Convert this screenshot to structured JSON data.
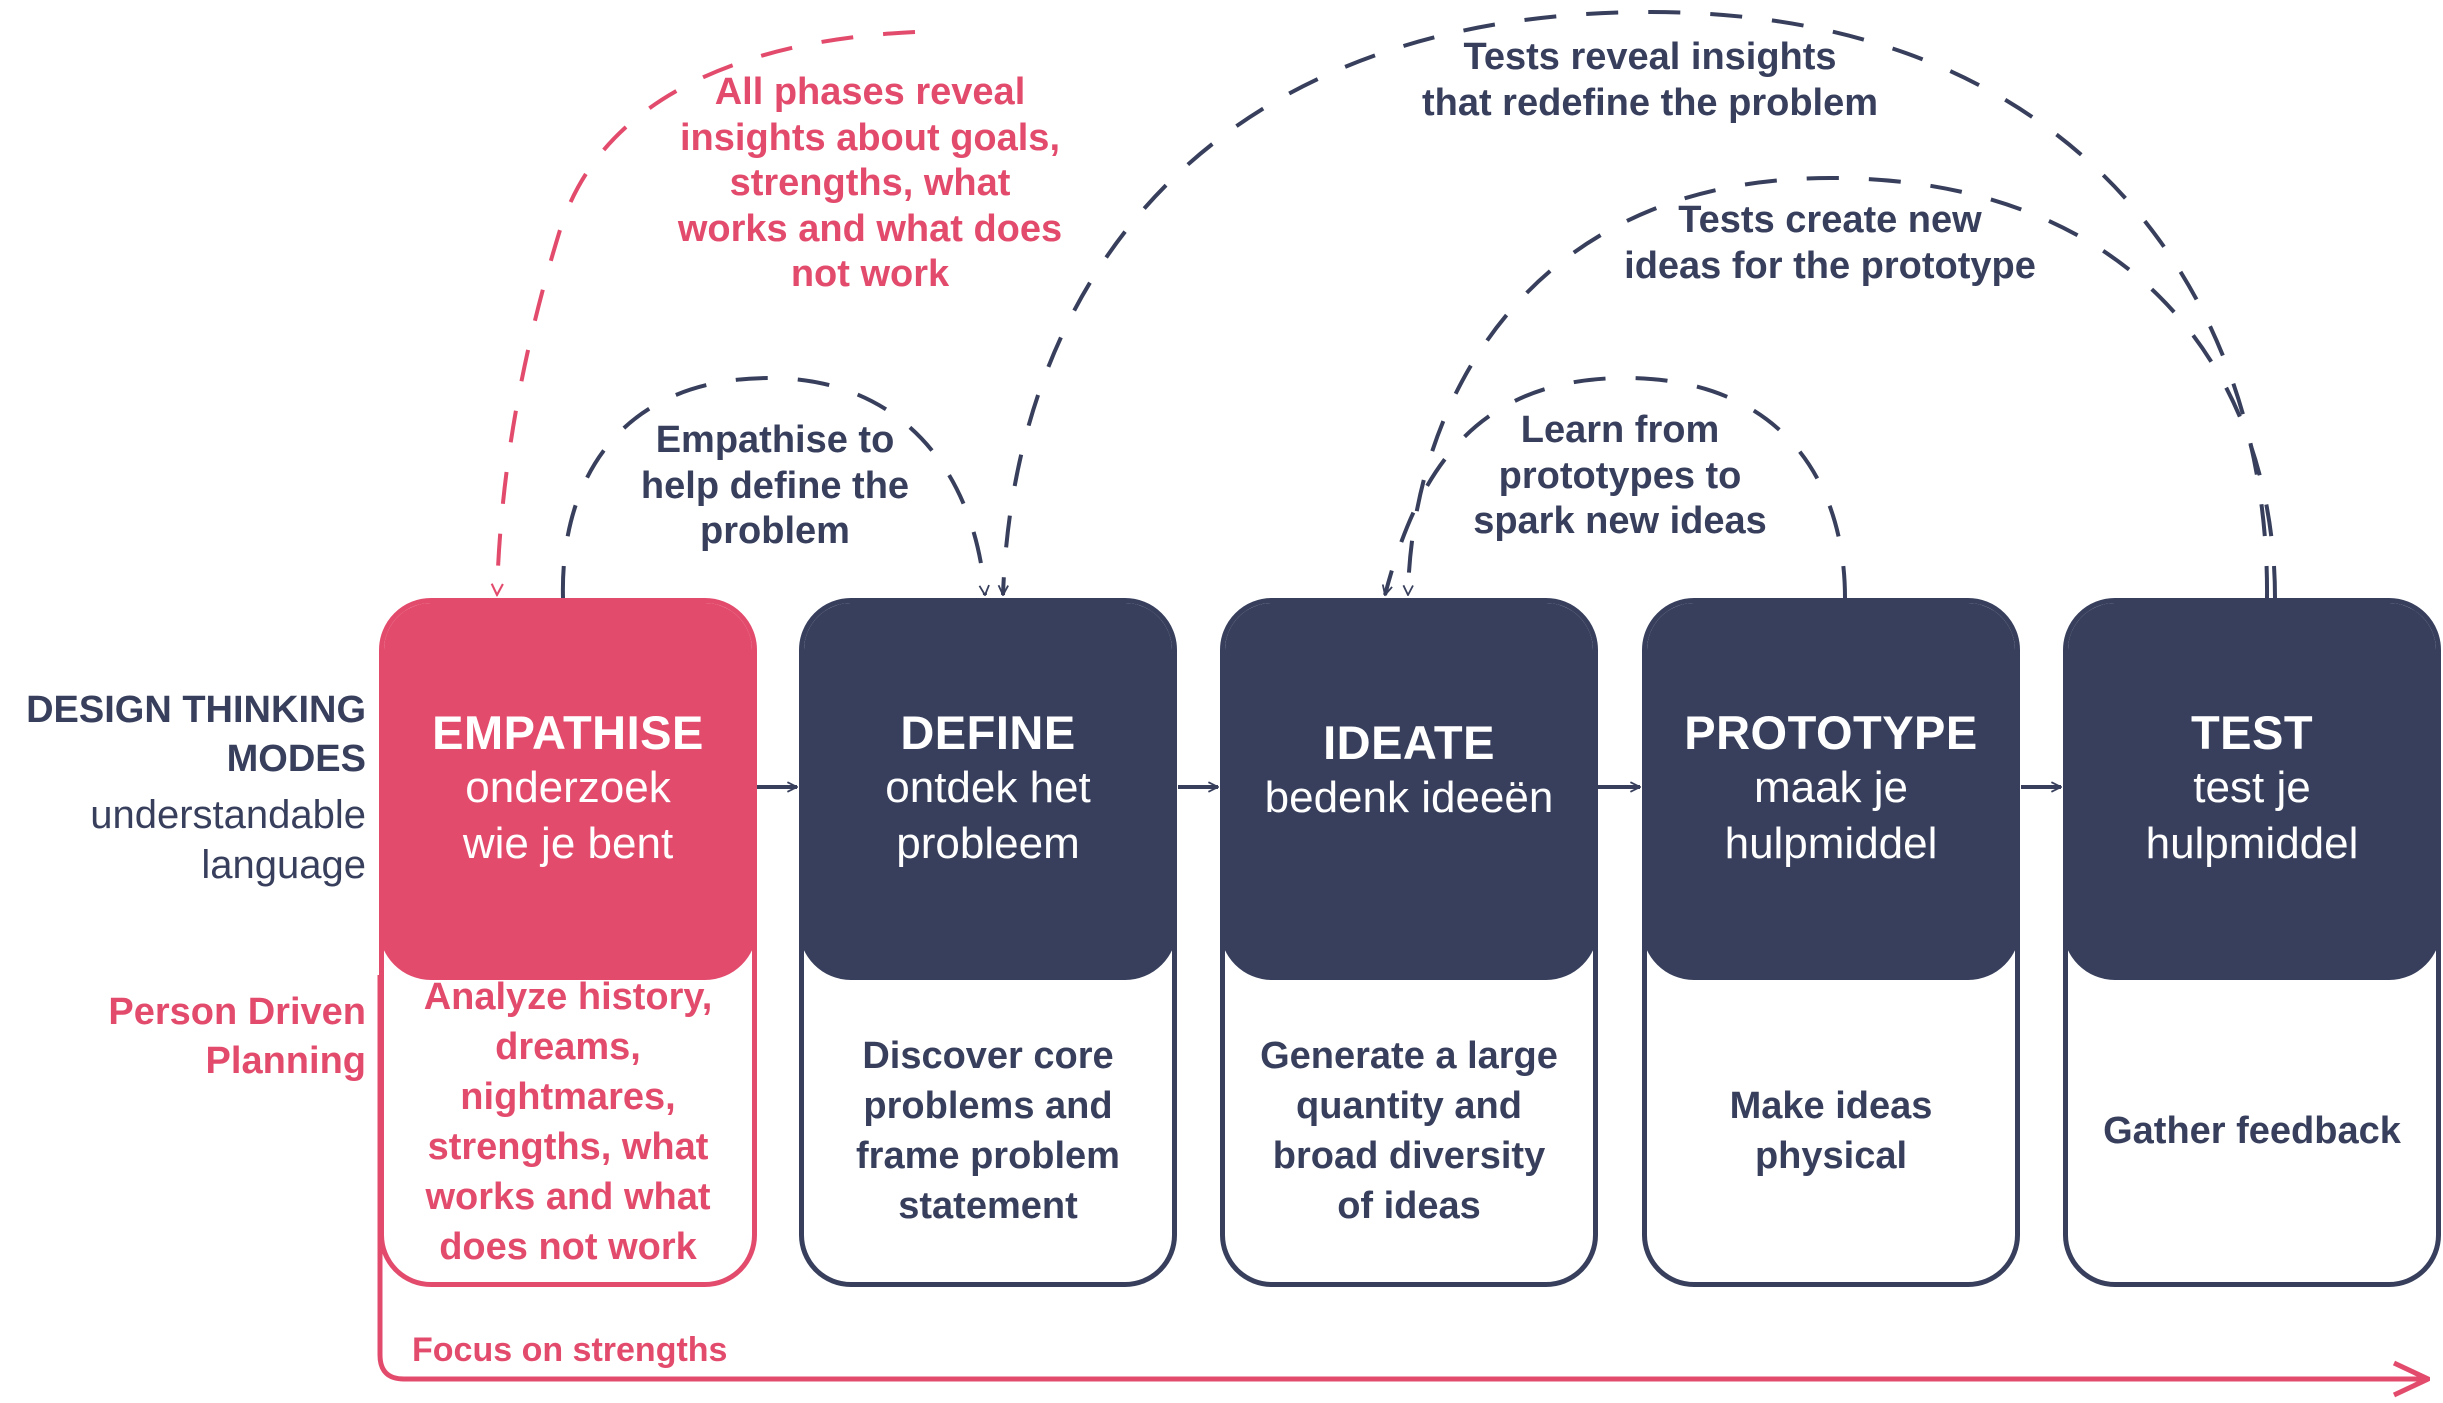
{
  "side_labels": {
    "modes_title_line1": "DESIGN THINKING",
    "modes_title_line2": "MODES",
    "modes_sub_line1": "understandable",
    "modes_sub_line2": "language",
    "pdp_line1": "Person Driven",
    "pdp_line2": "Planning"
  },
  "phases": [
    {
      "title": "EMPATHISE",
      "subtitle": "onderzoek\nwie je bent",
      "description": "Analyze history,\ndreams,\nnightmares,\nstrengths, what\nworks and what\ndoes not work",
      "highlight": true
    },
    {
      "title": "DEFINE",
      "subtitle": "ontdek het\nprobleem",
      "description": "Discover core\nproblems and\nframe problem\nstatement",
      "highlight": false
    },
    {
      "title": "IDEATE",
      "subtitle": "bedenk ideeën",
      "description": "Generate a large\nquantity and\nbroad diversity\nof ideas",
      "highlight": false
    },
    {
      "title": "PROTOTYPE",
      "subtitle": "maak je\nhulpmiddel",
      "description": "Make ideas\nphysical",
      "highlight": false
    },
    {
      "title": "TEST",
      "subtitle": "test je\nhulpmiddel",
      "description": "Gather feedback",
      "highlight": false
    }
  ],
  "feedback_loops": [
    {
      "label_line1": "All phases reveal",
      "label_line2": "insights about goals,",
      "label_line3": "strengths, what",
      "label_line4": "works and what does",
      "label_line5": "not work",
      "from": "all",
      "to": "EMPATHISE"
    },
    {
      "label_line1": "Empathise to",
      "label_line2": "help define the",
      "label_line3": "problem",
      "from": "EMPATHISE",
      "to": "DEFINE"
    },
    {
      "label_line1": "Tests reveal insights",
      "label_line2": "that redefine the problem",
      "from": "TEST",
      "to": "DEFINE"
    },
    {
      "label_line1": "Tests create new",
      "label_line2": "ideas for the prototype",
      "from": "TEST",
      "to": "IDEATE"
    },
    {
      "label_line1": "Learn from",
      "label_line2": "prototypes to",
      "label_line3": "spark new ideas",
      "from": "PROTOTYPE",
      "to": "IDEATE"
    }
  ],
  "bottom_arrow": {
    "label": "Focus on strengths"
  },
  "colors": {
    "navy": "#373f5c",
    "pink": "#e34b6d",
    "background": "#ffffff"
  }
}
